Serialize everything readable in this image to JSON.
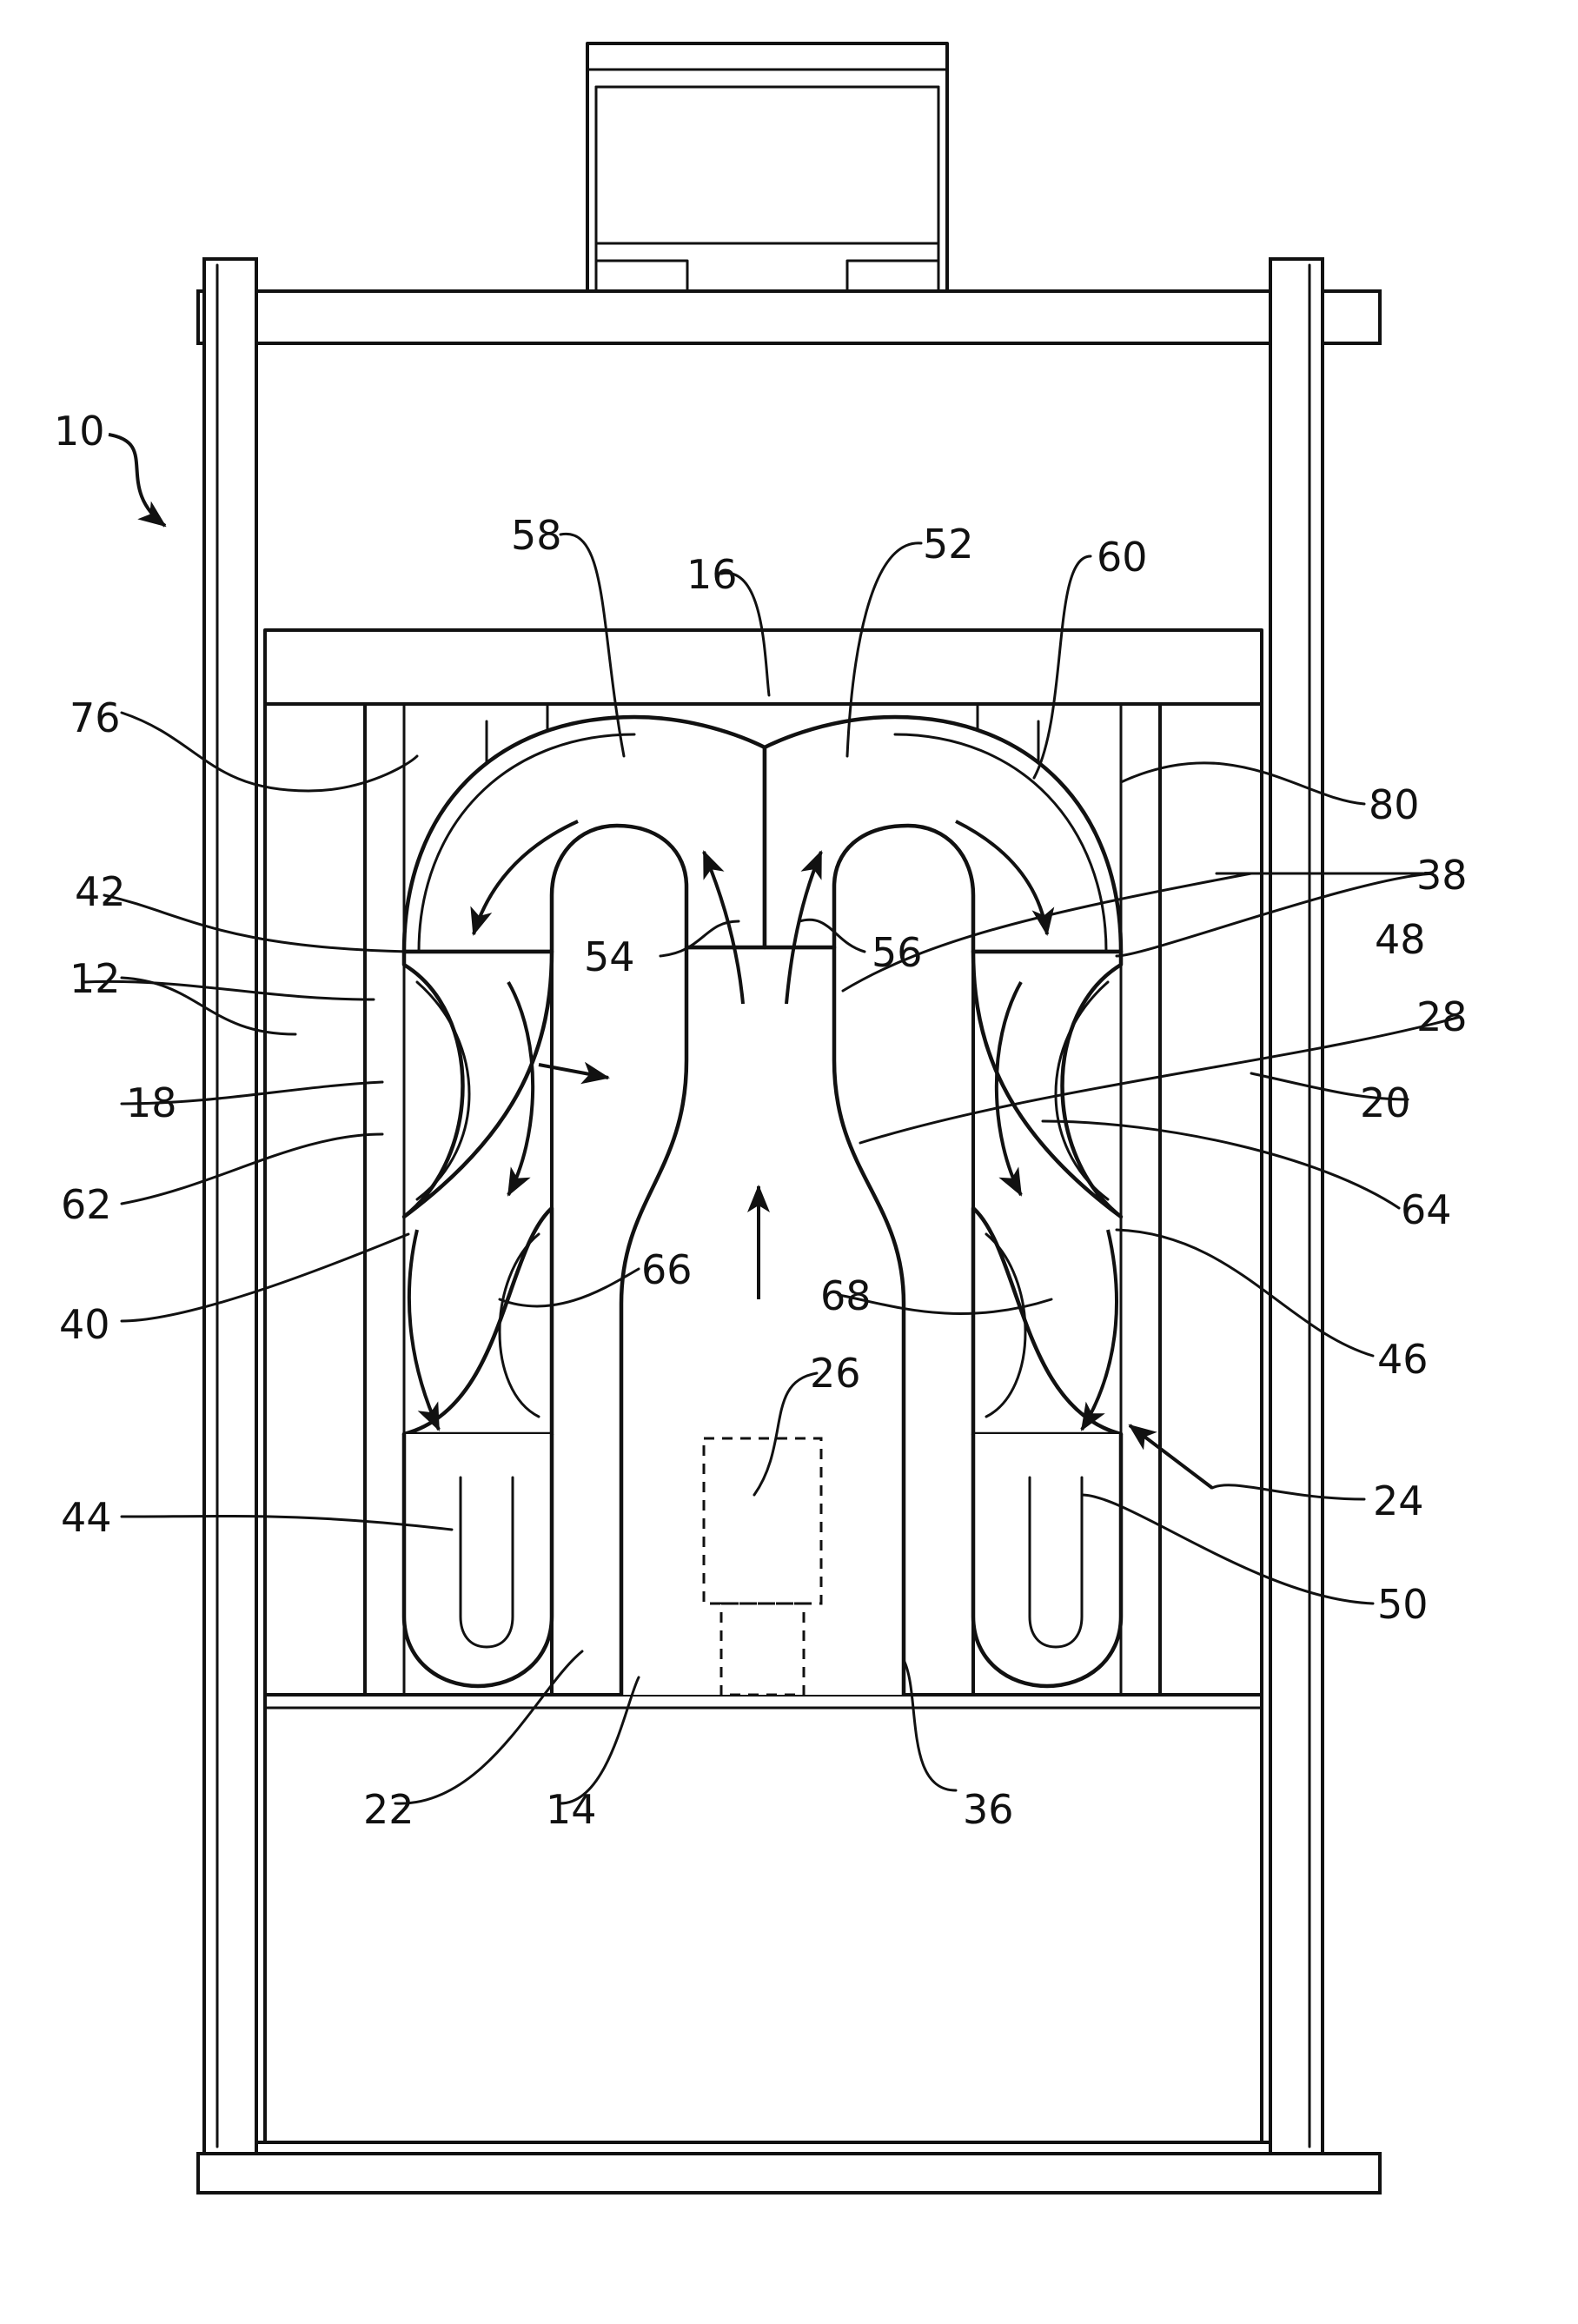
{
  "figure": {
    "reference_numerals": [
      "10",
      "12",
      "14",
      "16",
      "18",
      "20",
      "22",
      "24",
      "26",
      "28",
      "36",
      "38",
      "40",
      "42",
      "44",
      "46",
      "48",
      "50",
      "52",
      "54",
      "56",
      "58",
      "60",
      "62",
      "64",
      "66",
      "68",
      "76",
      "80"
    ]
  }
}
